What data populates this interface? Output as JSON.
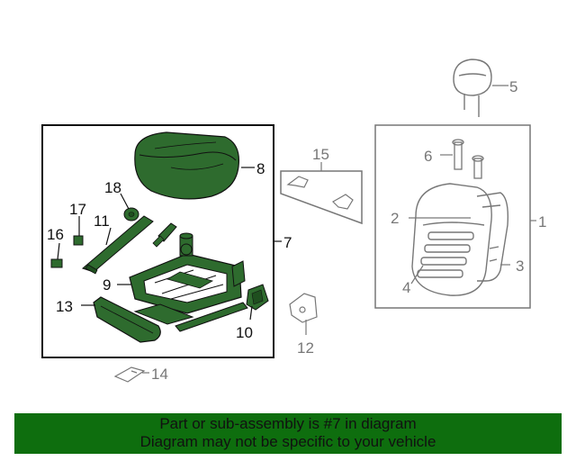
{
  "diagram": {
    "callouts": {
      "c1": "1",
      "c2": "2",
      "c3": "3",
      "c4": "4",
      "c5": "5",
      "c6": "6",
      "c7": "7",
      "c8": "8",
      "c9": "9",
      "c10": "10",
      "c11": "11",
      "c12": "12",
      "c13": "13",
      "c14": "14",
      "c15": "15",
      "c16": "16",
      "c17": "17",
      "c18": "18"
    },
    "highlight_color": "#2e6b2e",
    "line_color": "#555555"
  },
  "banner": {
    "line1": "Part or sub-assembly is #7 in diagram",
    "line2": "Diagram may not be specific to your vehicle",
    "color": "#0e6e0e"
  }
}
